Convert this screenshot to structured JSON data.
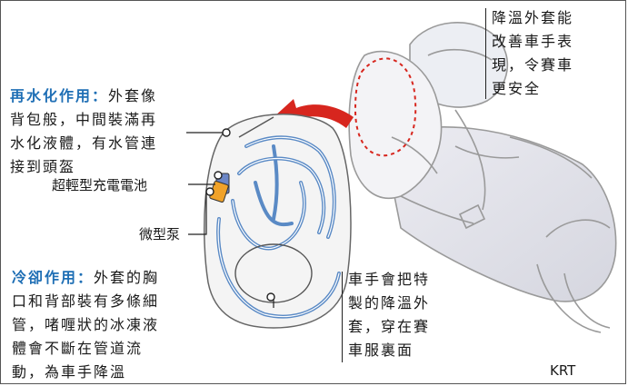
{
  "annotations": {
    "top_right": [
      "降溫外套能",
      "改善車手表",
      "現，令賽車",
      "更安全"
    ],
    "rehydration_title": "再水化作用",
    "rehydration_colon": "：",
    "rehydration_lines": [
      "外套像",
      "背包般，中間裝滿再",
      "水化液體，有水管連",
      "接到頭盔"
    ],
    "battery": "超輕型充電電池",
    "pump": "微型泵",
    "cooling_title": "冷卻作用",
    "cooling_colon": "：",
    "cooling_lines": [
      "外套的胸",
      "口和背部裝有多條細",
      "管，啫喱狀的冰凍液",
      "體會不斷在管道流",
      "動，為車手降溫"
    ],
    "rider_note": [
      "車手會把特",
      "製的降溫外",
      "套，穿在賽",
      "車服裏面"
    ],
    "credit": "KRT"
  },
  "colors": {
    "accent_blue": "#1f6fb5",
    "tube_blue": "#4a7fc1",
    "arrow_red": "#d7261e",
    "battery_orange": "#f0a229",
    "sketch_gray": "#9a9a9a"
  }
}
